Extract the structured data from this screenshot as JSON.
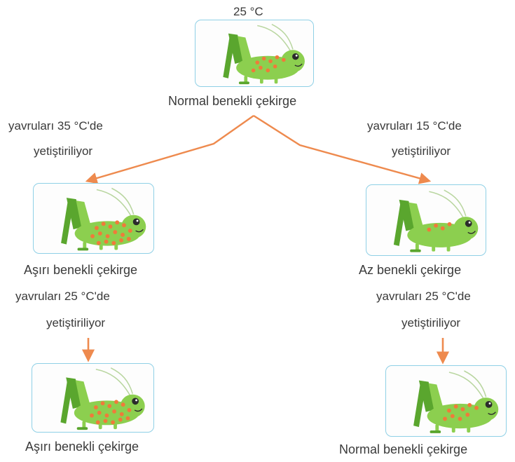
{
  "top": {
    "temperature": "25 °C",
    "label": "Normal benekli çekirge"
  },
  "left_branch": {
    "condition_line1": "yavruları 35 °C'de",
    "condition_line2": "yetiştiriliyor",
    "label": "Aşırı benekli çekirge",
    "next_condition_line1": "yavruları 25 °C'de",
    "next_condition_line2": "yetiştiriliyor",
    "result_label": "Aşırı benekli çekirge"
  },
  "right_branch": {
    "condition_line1": "yavruları 15 °C'de",
    "condition_line2": "yetiştiriliyor",
    "label": "Az benekli çekirge",
    "next_condition_line1": "yavruları 25 °C'de",
    "next_condition_line2": "yetiştiriliyor",
    "result_label": "Normal benekli çekirge"
  },
  "colors": {
    "arrow": "#ee8a4e",
    "card_border": "#8fd0e6",
    "grasshopper_body": "#8ccf4f",
    "grasshopper_dark": "#5aa62e",
    "spot": "#f07a3a"
  },
  "spot_counts": {
    "normal": 9,
    "many": 16,
    "few": 4
  }
}
